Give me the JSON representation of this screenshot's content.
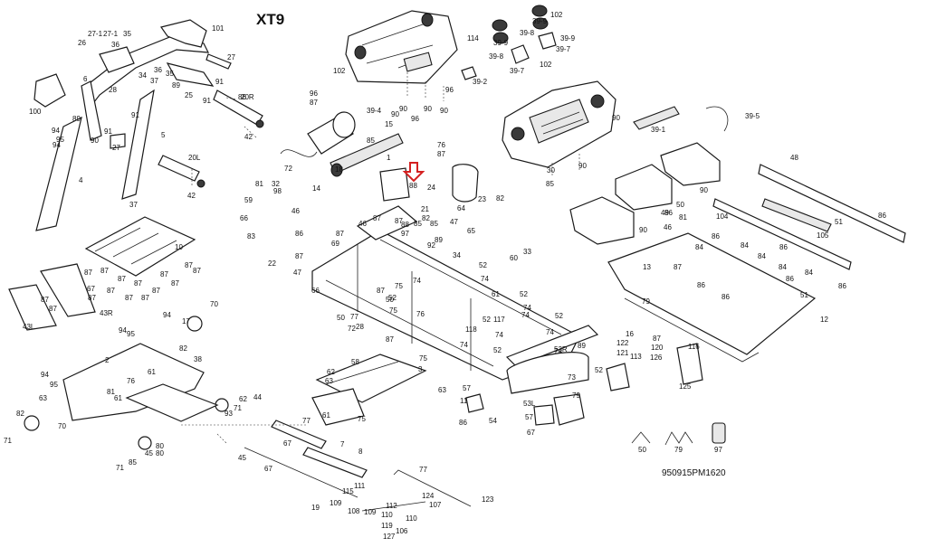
{
  "title": "XT9",
  "drawing_code": "950915PM1620",
  "colors": {
    "line": "#1a1a1a",
    "highlight_arrow": "#d42020",
    "background": "#ffffff"
  },
  "callouts": [
    "27-1",
    "27-1",
    "26",
    "35",
    "36",
    "101",
    "27",
    "6",
    "34",
    "36",
    "37",
    "89",
    "35",
    "25",
    "91",
    "91",
    "20R",
    "100",
    "94",
    "95",
    "94",
    "89",
    "90",
    "91",
    "28",
    "91",
    "5",
    "42",
    "27",
    "4",
    "20L",
    "42",
    "37",
    "10",
    "87",
    "87",
    "87",
    "87",
    "87",
    "87",
    "87",
    "87",
    "87",
    "87",
    "87",
    "87",
    "87",
    "67",
    "87",
    "43R",
    "43L",
    "87",
    "70",
    "17",
    "94",
    "95",
    "94",
    "82",
    "38",
    "2",
    "61",
    "94",
    "95",
    "63",
    "81",
    "76",
    "61",
    "82",
    "44",
    "71",
    "70",
    "62",
    "71",
    "93",
    "45",
    "80",
    "71",
    "85",
    "80",
    "45",
    "77",
    "67",
    "7",
    "8",
    "67",
    "19",
    "77",
    "115",
    "111",
    "109",
    "108",
    "109",
    "112",
    "110",
    "110",
    "124",
    "107",
    "119",
    "106",
    "127",
    "123",
    "114",
    "39-9",
    "39-8",
    "39-9",
    "39-8",
    "39-7",
    "102",
    "39-9",
    "39-7",
    "102",
    "102",
    "39-2",
    "39-4",
    "90",
    "90",
    "90",
    "96",
    "96",
    "90",
    "96",
    "87",
    "85",
    "15",
    "72",
    "14",
    "18",
    "1",
    "88",
    "24",
    "64",
    "23",
    "82",
    "76",
    "87",
    "85",
    "90",
    "39-1",
    "39-5",
    "30",
    "90",
    "90",
    "50",
    "49",
    "46",
    "90",
    "48",
    "86",
    "51",
    "105",
    "104",
    "86",
    "84",
    "84",
    "84",
    "84",
    "86",
    "86",
    "84",
    "51",
    "12",
    "13",
    "87",
    "87",
    "46",
    "87",
    "88",
    "85",
    "97",
    "85",
    "89",
    "87",
    "82",
    "21",
    "92",
    "47",
    "65",
    "60",
    "33",
    "34",
    "52",
    "74",
    "52",
    "74",
    "61",
    "117",
    "74",
    "52",
    "74",
    "52",
    "118",
    "74",
    "52",
    "74",
    "74",
    "52",
    "87",
    "75",
    "50",
    "74",
    "75",
    "76",
    "89",
    "52",
    "73",
    "53R",
    "16",
    "87",
    "122",
    "121",
    "120",
    "126",
    "113",
    "116",
    "125",
    "11",
    "86",
    "54",
    "57",
    "67",
    "79",
    "57",
    "53L",
    "50",
    "79",
    "97",
    "98",
    "59",
    "66",
    "83",
    "81",
    "22",
    "86",
    "69",
    "32",
    "47",
    "66",
    "46",
    "87",
    "77",
    "50",
    "72",
    "28",
    "87",
    "58",
    "75",
    "3",
    "62",
    "63",
    "61",
    "75",
    "63",
    "81",
    "79",
    "86",
    "86",
    "86",
    "86",
    "86",
    "87",
    "20R"
  ],
  "arrow_target": "24"
}
